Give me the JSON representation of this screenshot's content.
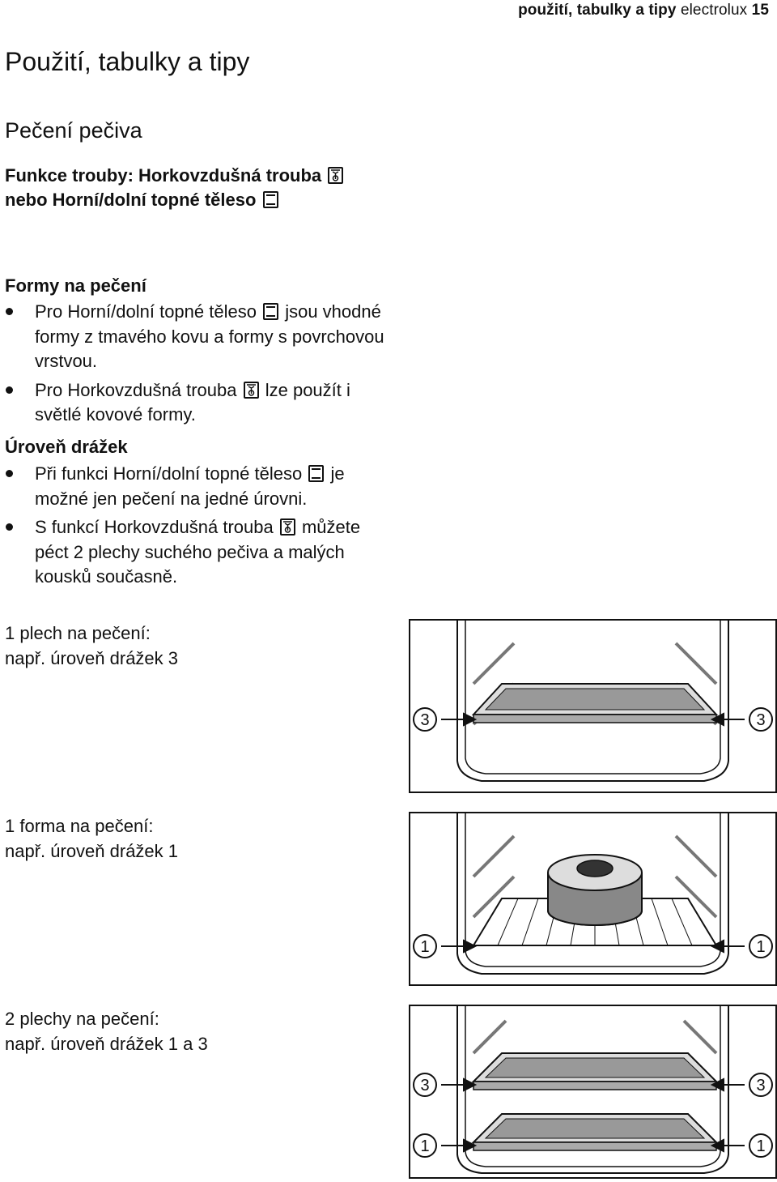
{
  "header": {
    "section": "použití, tabulky a tipy",
    "brand": "electrolux",
    "page_number": "15"
  },
  "title": "Použití, tabulky a tipy",
  "subtitle": "Pečení pečiva",
  "oven_function": {
    "part1": "Funkce trouby: Horkovzdušná trouba",
    "part2": "nebo Horní/dolní topné těleso"
  },
  "baking_tins": {
    "title": "Formy na pečení",
    "items": [
      {
        "before": "Pro Horní/dolní topné těleso",
        "after": "jsou vhodné formy z tmavého kovu a formy s povrchovou vrstvou.",
        "icon": "top-bottom-heat-icon"
      },
      {
        "before": "Pro Horkovzdušná trouba",
        "after": "lze použít i světlé kovové formy.",
        "icon": "fan-oven-icon"
      }
    ]
  },
  "shelf_levels": {
    "title": "Úroveň drážek",
    "items": [
      {
        "before": "Při funkci Horní/dolní topné těleso",
        "after": "je možné jen pečení na jedné úrovni.",
        "icon": "top-bottom-heat-icon"
      },
      {
        "before": "S funkcí Horkovzdušná trouba",
        "after": "můžete péct 2 plechy suchého pečiva a malých  kousků současně.",
        "icon": "fan-oven-icon"
      }
    ]
  },
  "examples": [
    {
      "line1": "1 plech na pečení:",
      "line2": "např. úroveň drážek 3",
      "labels": [
        "3"
      ]
    },
    {
      "line1": "1 forma na pečení:",
      "line2": "např. úroveň drážek 1",
      "labels": [
        "1"
      ]
    },
    {
      "line1": "2 plechy na pečení:",
      "line2": "např. úroveň drážek 1 a 3",
      "labels": [
        "3",
        "1"
      ]
    }
  ]
}
